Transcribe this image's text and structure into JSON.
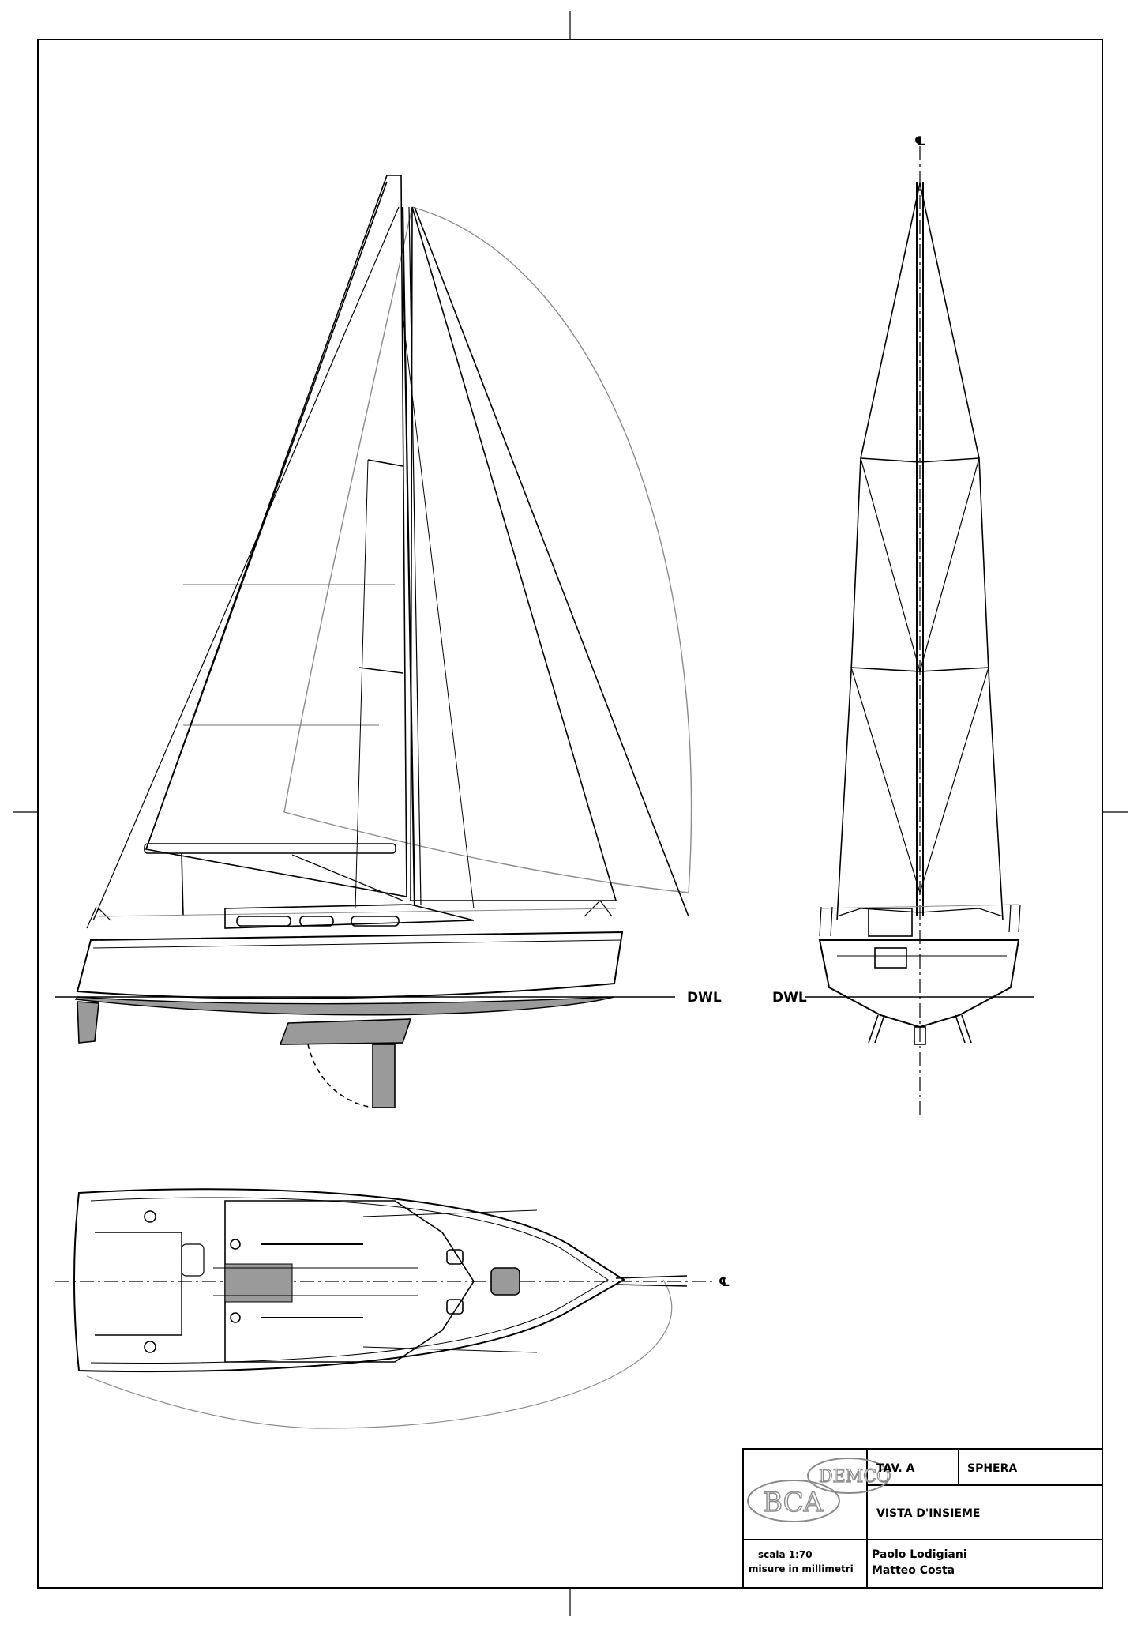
{
  "drawing": {
    "waterline_label": "DWL",
    "centerline_symbol": "℄"
  },
  "title_block": {
    "logo": {
      "primary": "BCA",
      "secondary": "DEMCO"
    },
    "sheet_label": "TAV. A",
    "project_name": "SPHERA",
    "view_title": "VISTA D'INSIEME",
    "scale": "scala 1:70",
    "units": "misure in millimetri",
    "designers": [
      "Paolo Lodigiani",
      "Matteo Costa"
    ]
  },
  "colors": {
    "ink": "#000000",
    "light_line": "#8a8a8a",
    "underbody": "#9a9a9a"
  }
}
